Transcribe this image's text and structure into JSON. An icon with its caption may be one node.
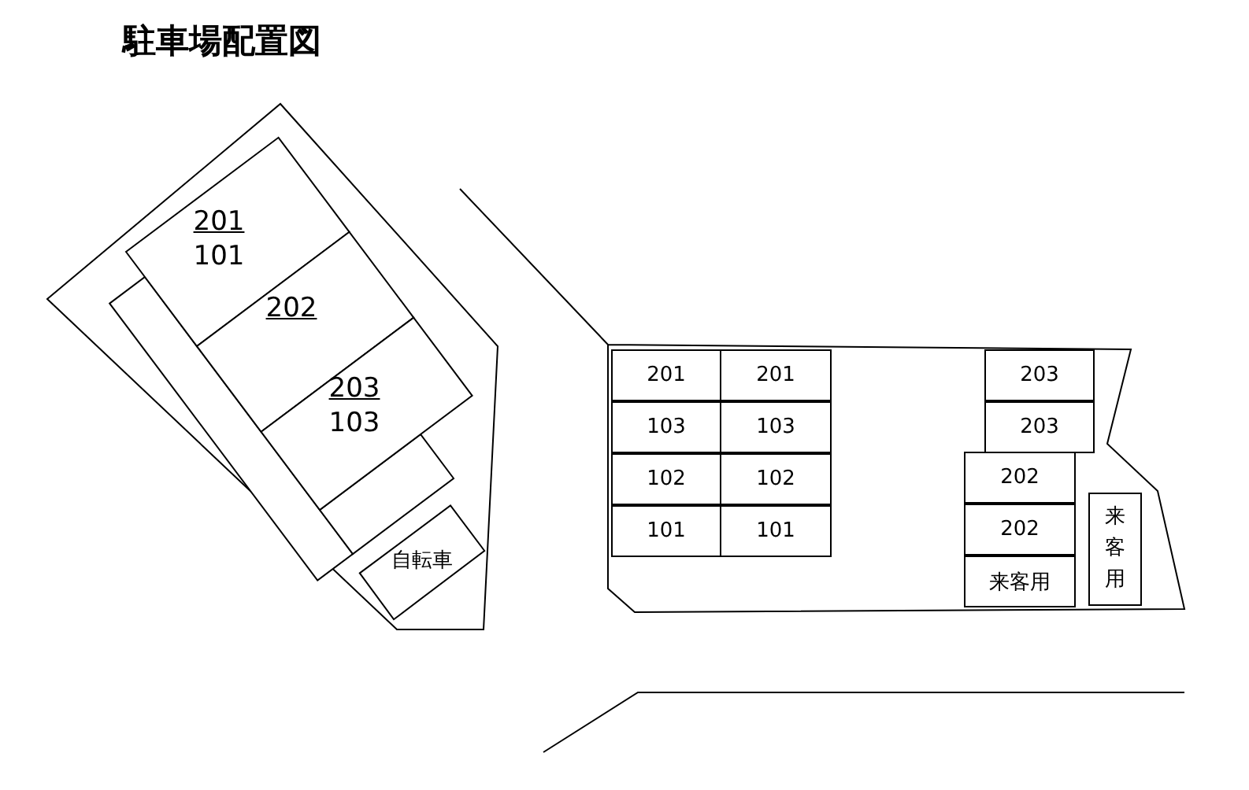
{
  "diagram": {
    "title": "駐車場配置図",
    "nodes": [
      {
        "text": [
          "201",
          "101"
        ]
      },
      {
        "text": [
          "202"
        ]
      },
      {
        "text": [
          "203",
          "103"
        ]
      },
      {
        "text": [
          "自転車"
        ]
      },
      {
        "text": [
          "201"
        ]
      },
      {
        "text": [
          "201"
        ]
      },
      {
        "text": [
          "103"
        ]
      },
      {
        "text": [
          "103"
        ]
      },
      {
        "text": [
          "102"
        ]
      },
      {
        "text": [
          "102"
        ]
      },
      {
        "text": [
          "101"
        ]
      },
      {
        "text": [
          "101"
        ]
      },
      {
        "text": [
          "203"
        ]
      },
      {
        "text": [
          "203"
        ]
      },
      {
        "text": [
          "202"
        ]
      },
      {
        "text": [
          "202"
        ]
      },
      {
        "text": [
          "来客用"
        ]
      },
      {
        "text": [
          "来客用"
        ]
      }
    ]
  }
}
